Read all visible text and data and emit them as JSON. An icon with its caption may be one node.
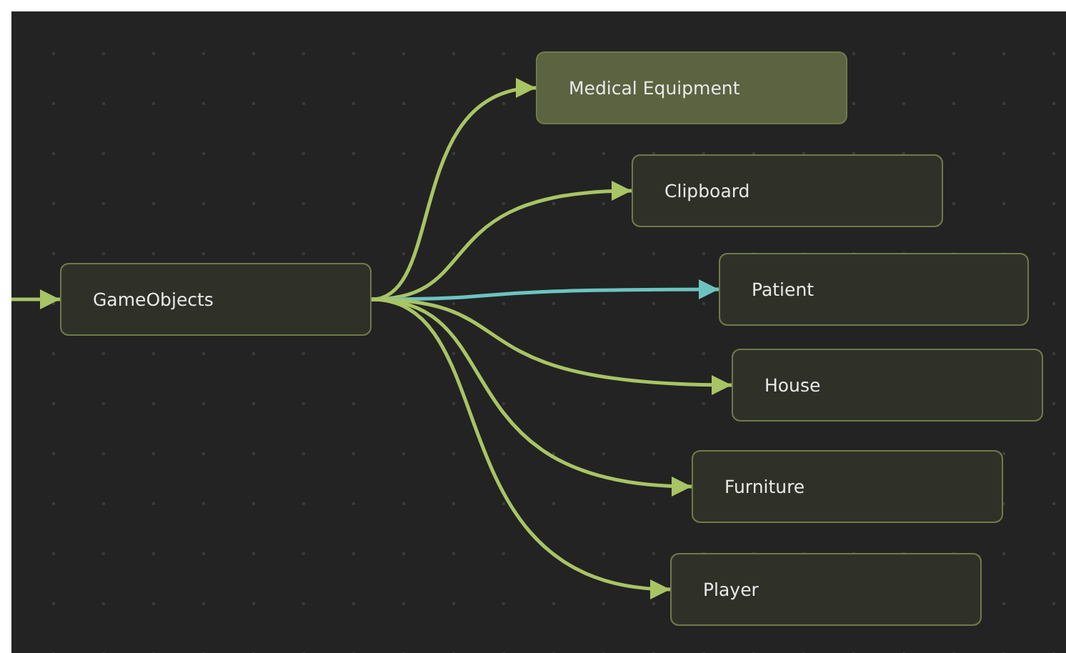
{
  "diagram": {
    "nodes": [
      {
        "text": [
          "GameObjects"
        ]
      },
      {
        "text": [
          "Medical Equipment"
        ]
      },
      {
        "text": [
          "Clipboard"
        ]
      },
      {
        "text": [
          "Patient"
        ]
      },
      {
        "text": [
          "House"
        ]
      },
      {
        "text": [
          "Furniture"
        ]
      },
      {
        "text": [
          "Player"
        ]
      }
    ],
    "edges": [
      {
        "from": null,
        "to": 0,
        "arrow": "to"
      },
      {
        "from": 0,
        "to": 1,
        "arrow": "to"
      },
      {
        "from": 0,
        "to": 2,
        "arrow": "to"
      },
      {
        "from": 0,
        "to": 3,
        "arrow": "to",
        "color": "#6cc4c0"
      },
      {
        "from": 0,
        "to": 4,
        "arrow": "to"
      },
      {
        "from": 0,
        "to": 5,
        "arrow": "to"
      },
      {
        "from": 0,
        "to": 6,
        "arrow": "to"
      }
    ]
  }
}
